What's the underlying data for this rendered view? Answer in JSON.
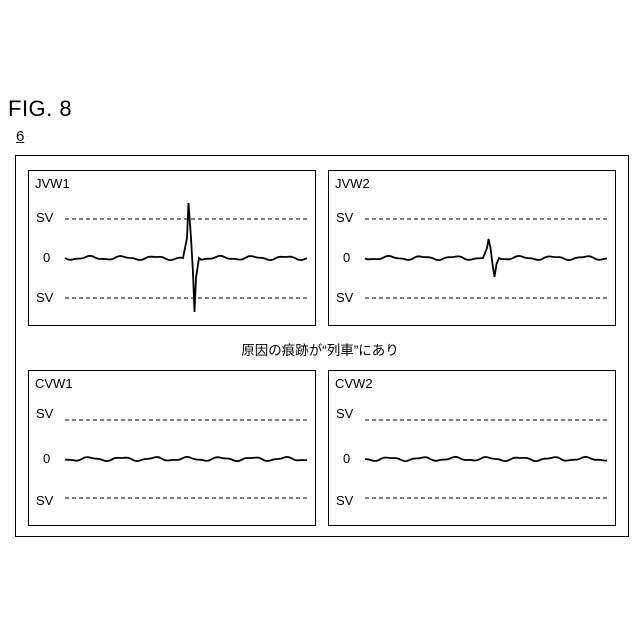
{
  "figure": {
    "title": "FIG. 8",
    "reference": "6"
  },
  "panels": [
    {
      "id": "jvw1",
      "label": "JVW1",
      "upper_threshold_label": "SV",
      "zero_label": "0",
      "lower_threshold_label": "SV",
      "spike": "large"
    },
    {
      "id": "jvw2",
      "label": "JVW2",
      "upper_threshold_label": "SV",
      "zero_label": "0",
      "lower_threshold_label": "SV",
      "spike": "small"
    },
    {
      "id": "cvw1",
      "label": "CVW1",
      "upper_threshold_label": "SV",
      "zero_label": "0",
      "lower_threshold_label": "SV",
      "spike": "none"
    },
    {
      "id": "cvw2",
      "label": "CVW2",
      "upper_threshold_label": "SV",
      "zero_label": "0",
      "lower_threshold_label": "SV",
      "spike": "none"
    }
  ],
  "message": "原因の痕跡が“列車”にあり",
  "colors": {
    "line": "#000000",
    "background": "#ffffff"
  }
}
